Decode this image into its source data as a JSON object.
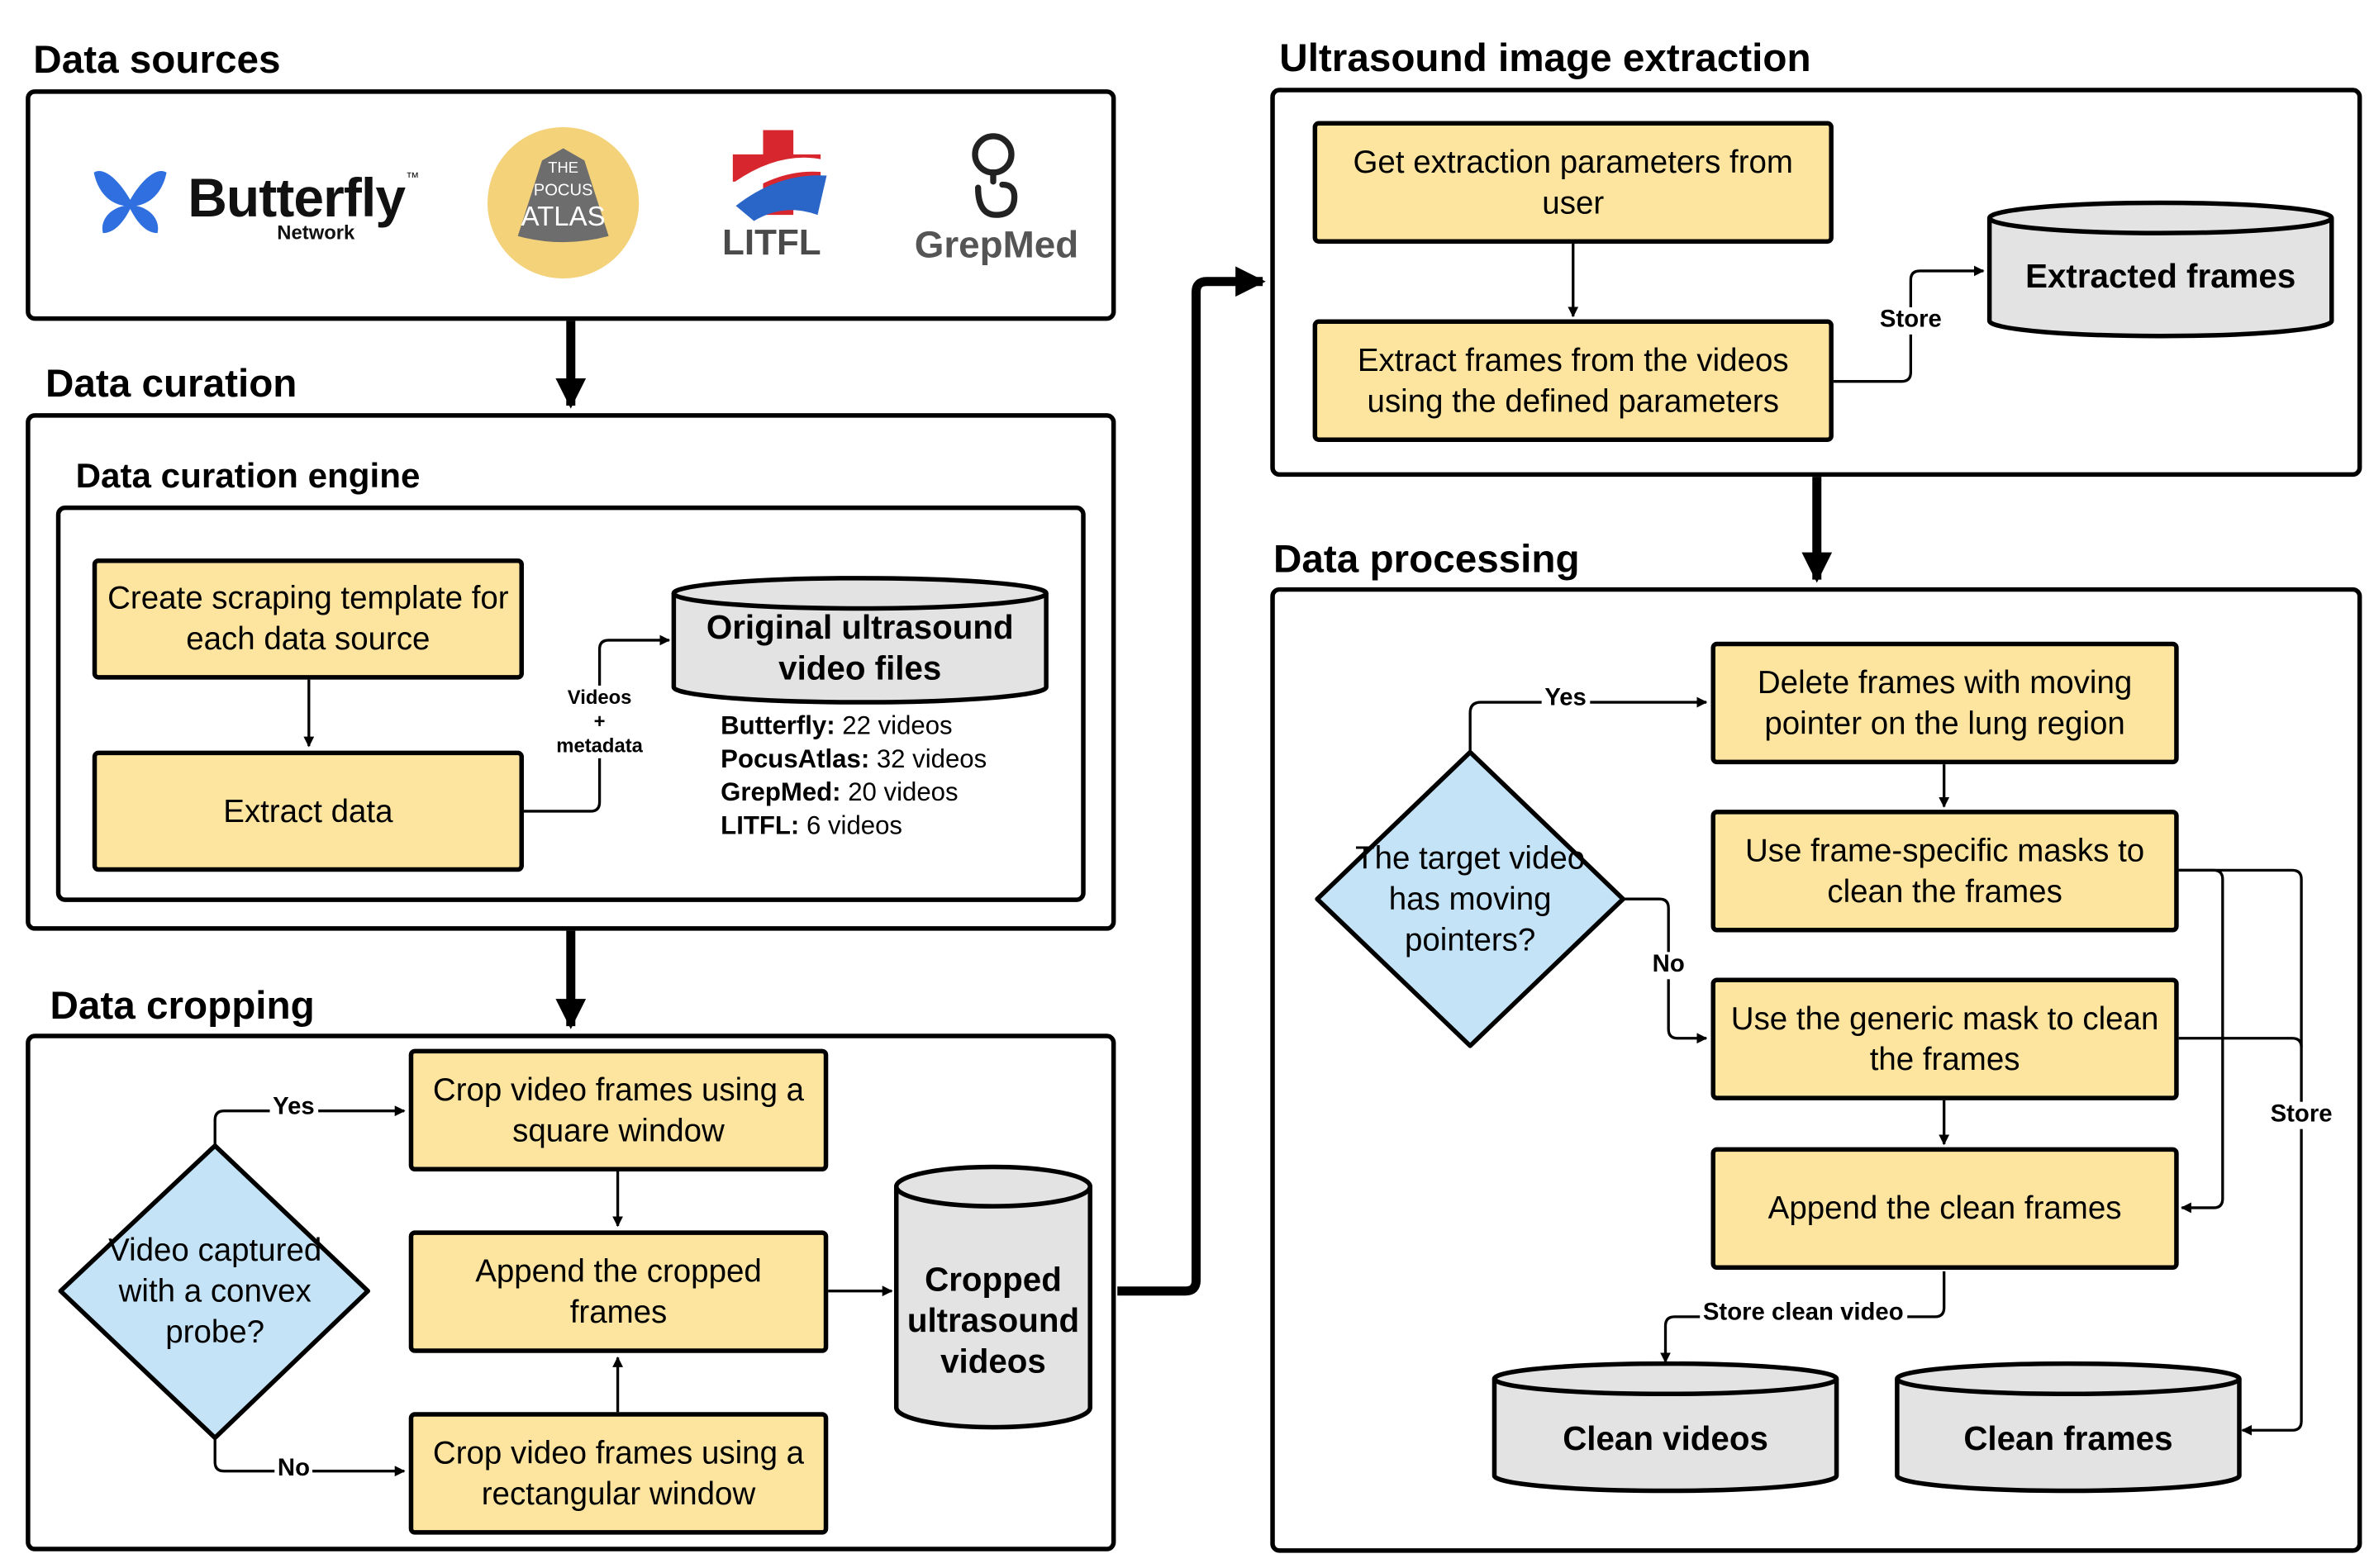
{
  "sections": {
    "data_sources": "Data sources",
    "data_curation": "Data curation",
    "data_curation_engine": "Data curation engine",
    "data_cropping": "Data cropping",
    "ultrasound_image_extraction": "Ultrasound image extraction",
    "data_processing": "Data processing"
  },
  "logos": {
    "butterfly": {
      "name": "Butterfly",
      "sub": "Network",
      "tm": "™",
      "color": "#2f6fe0"
    },
    "pocus": {
      "line1": "THE",
      "line2": "POCUS",
      "line3": "ATLAS",
      "bg": "#f4d27a",
      "inner": "#6d6d6d"
    },
    "litfl": {
      "name": "LITFL",
      "red": "#d7262e",
      "blue": "#2a66c8"
    },
    "grepmed": {
      "name": "GrepMed"
    }
  },
  "curation": {
    "create_template": "Create scraping template for each data source",
    "extract_data": "Extract data",
    "edge_videos_meta": "Videos\n+\nmetadata",
    "original_files": "Original ultrasound video files",
    "counts": [
      {
        "source": "Butterfly:",
        "count": " 22 videos"
      },
      {
        "source": "PocusAtlas:",
        "count": " 32 videos"
      },
      {
        "source": "GrepMed:",
        "count": " 20 videos"
      },
      {
        "source": "LITFL:",
        "count": " 6 videos"
      }
    ]
  },
  "cropping": {
    "decision": "Video captured with a convex probe?",
    "yes": "Yes",
    "no": "No",
    "crop_square": "Crop video frames using a square window",
    "append_cropped": "Append the cropped frames",
    "crop_rect": "Crop video frames using a rectangular window",
    "cropped_videos": "Cropped ultrasound videos"
  },
  "extraction": {
    "get_params": "Get extraction parameters from user",
    "extract_frames": "Extract frames from the videos using the defined parameters",
    "store": "Store",
    "extracted_frames": "Extracted frames"
  },
  "processing": {
    "decision": "The target video has moving pointers?",
    "yes": "Yes",
    "no": "No",
    "delete_frames": "Delete frames with moving pointer on the lung region",
    "frame_masks": "Use frame-specific masks to clean the frames",
    "generic_mask": "Use the generic mask to clean the frames",
    "append_clean": "Append the clean frames",
    "store": "Store",
    "store_clean_video": "Store clean video",
    "clean_videos": "Clean videos",
    "clean_frames": "Clean frames"
  },
  "colors": {
    "process_fill": "#fde5a0",
    "decision_fill": "#c5e3f6",
    "store_fill": "#e3e3e3",
    "line": "#000000"
  }
}
